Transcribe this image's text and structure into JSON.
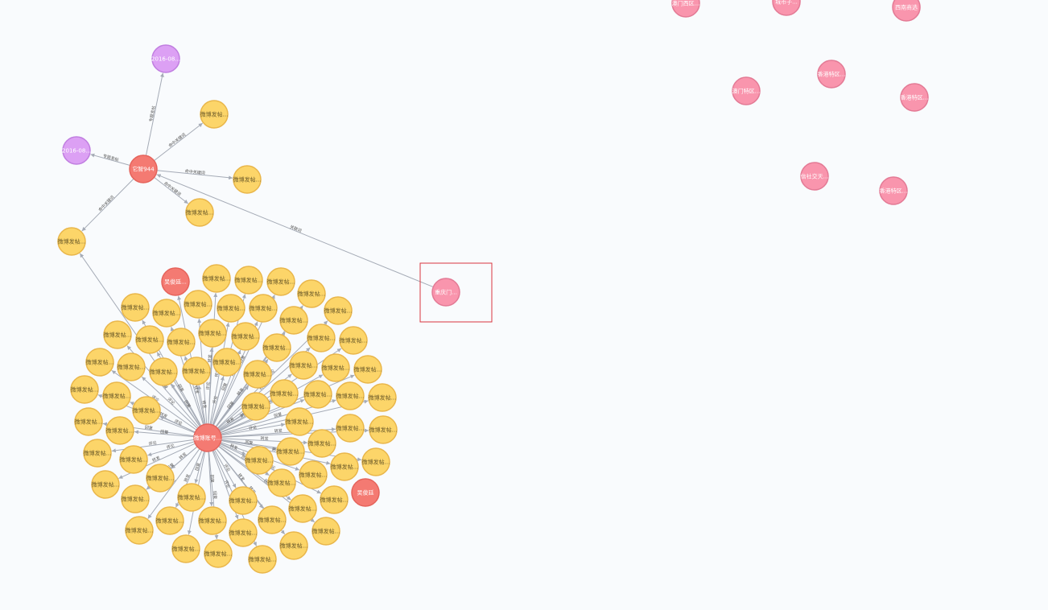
{
  "colors": {
    "post": "#fcd569",
    "post_stroke": "#e9b64a",
    "account": "#f47a72",
    "account_stroke": "#e5635b",
    "date": "#dca0f4",
    "date_stroke": "#c07ee0",
    "place": "#f995ad",
    "place_stroke": "#e37a95",
    "edge": "#a5abb6",
    "selection": "#d9363e"
  },
  "labels": {
    "post": "微博发帖...",
    "hub_account": "微博账号...",
    "account_top": "它智944",
    "account_small_1": "吴俊廷...",
    "account_small_2": "吴俊廷",
    "date_1": "2016-08...",
    "date_2": "2016-08...",
    "place_selected": "重庆门...",
    "place_1": "澳门西区...",
    "place_2": "城市子...",
    "place_3": "西南商选",
    "place_4": "香港特区...",
    "place_5": "澳门特区...",
    "place_6": "香港特区...",
    "place_7": "信社交天...",
    "place_8": "香港特区..."
  },
  "edge_labels": {
    "repost": "转发",
    "post_rel": "专题发帖",
    "keyword": "命中关键词",
    "related": "关联词",
    "comment": "评论",
    "reply": "回复"
  }
}
